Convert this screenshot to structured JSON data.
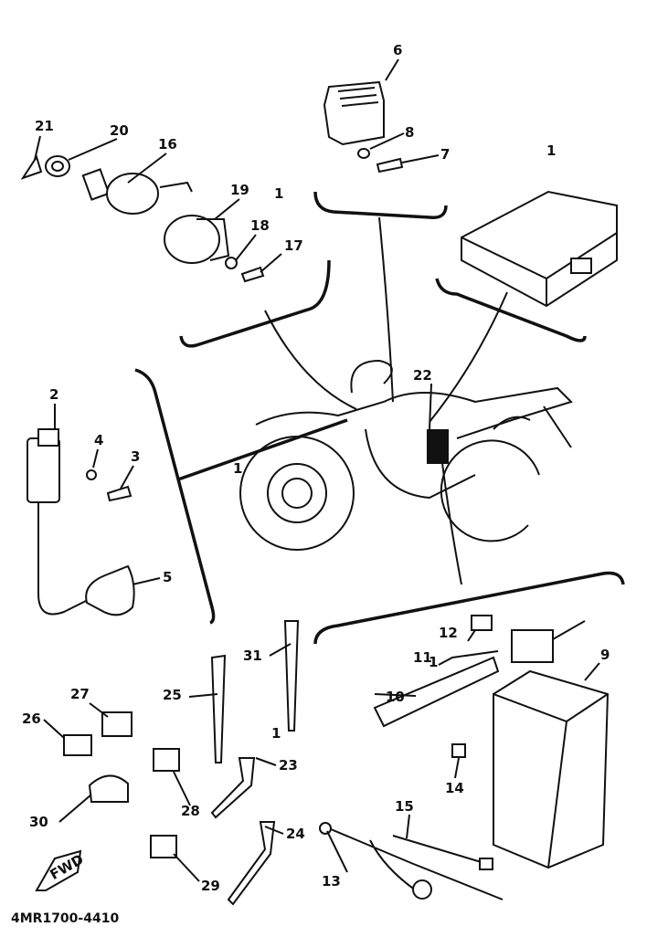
{
  "diagram_code": "4MR1700-4410",
  "fwd_label": "FWD",
  "callouts": [
    "1",
    "1",
    "1",
    "1",
    "1",
    "2",
    "3",
    "4",
    "5",
    "6",
    "7",
    "8",
    "9",
    "10",
    "11",
    "12",
    "13",
    "14",
    "15",
    "16",
    "17",
    "18",
    "19",
    "20",
    "21",
    "22",
    "23",
    "24",
    "25",
    "26",
    "27",
    "28",
    "29",
    "30",
    "31"
  ]
}
